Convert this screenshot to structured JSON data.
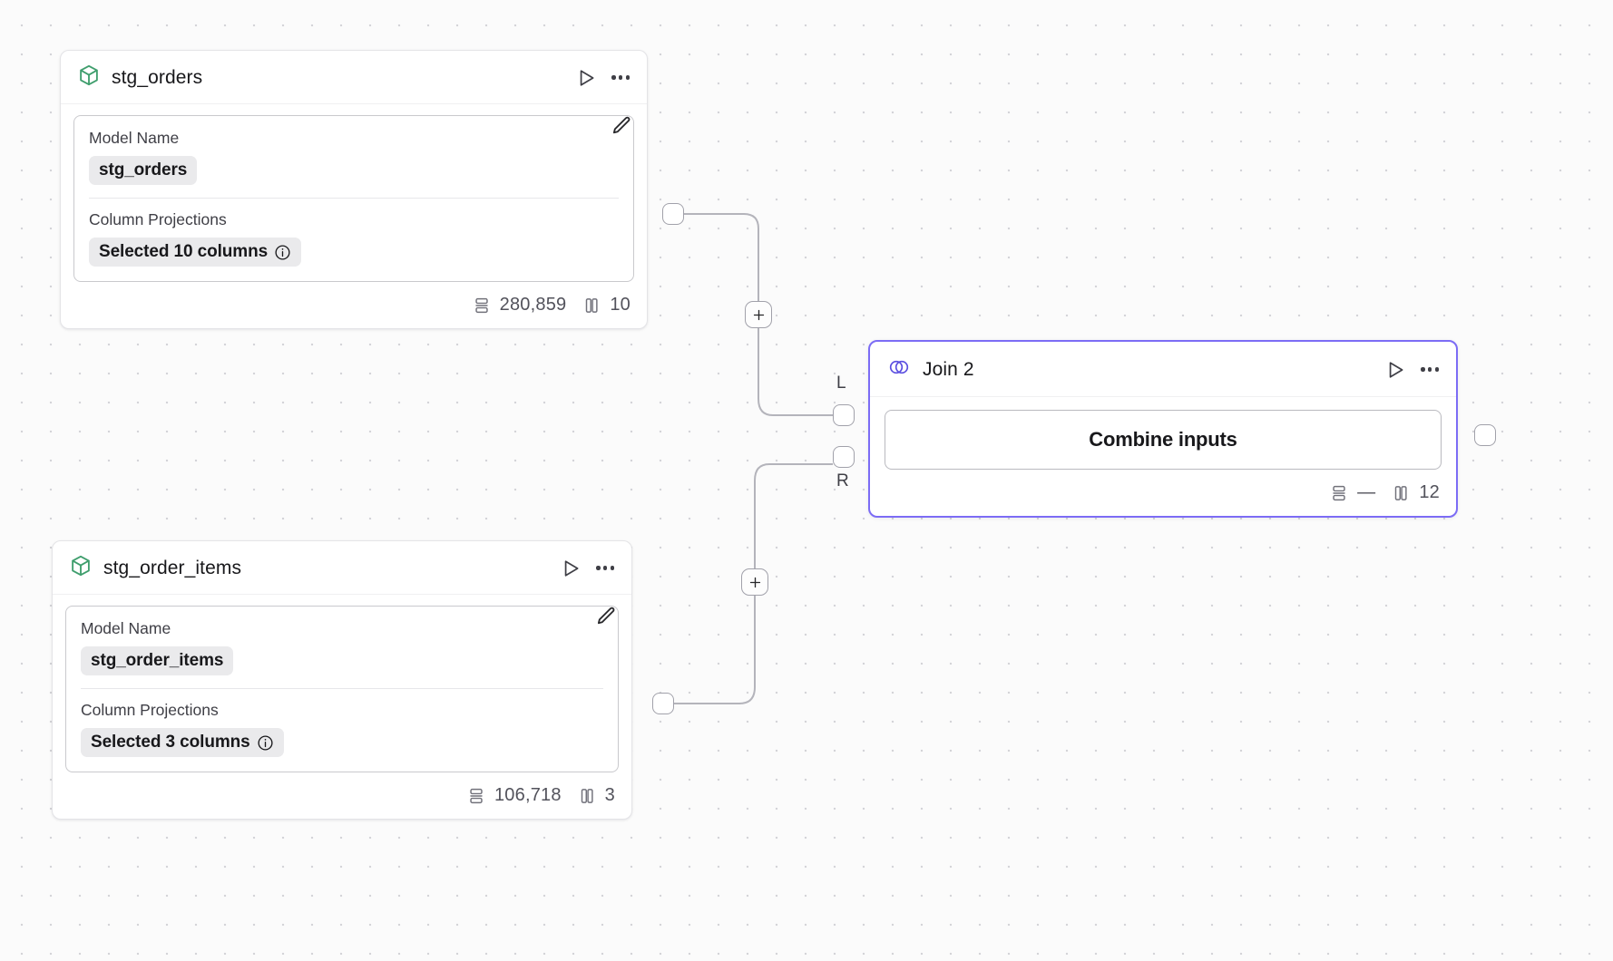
{
  "canvas": {
    "background_color": "#fbfbfb",
    "dot_color": "#d4d4d8",
    "accent_color": "#7c6cf5",
    "model_icon_color": "#3f9e6d"
  },
  "nodes": [
    {
      "id": "stg_orders",
      "title": "stg_orders",
      "icon": "cube-icon",
      "run_label": "Run",
      "menu_label": "More options",
      "fields": {
        "model_name_label": "Model Name",
        "model_name_value": "stg_orders",
        "column_projections_label": "Column Projections",
        "column_projections_value": "Selected 10 columns"
      },
      "edit_label": "Edit",
      "stats": {
        "rows": "280,859",
        "columns": "10"
      }
    },
    {
      "id": "stg_order_items",
      "title": "stg_order_items",
      "icon": "cube-icon",
      "run_label": "Run",
      "menu_label": "More options",
      "fields": {
        "model_name_label": "Model Name",
        "model_name_value": "stg_order_items",
        "column_projections_label": "Column Projections",
        "column_projections_value": "Selected 3 columns"
      },
      "edit_label": "Edit",
      "stats": {
        "rows": "106,718",
        "columns": "3"
      }
    }
  ],
  "join_node": {
    "id": "join_2",
    "title": "Join 2",
    "icon": "venn-circles-icon",
    "run_label": "Run",
    "menu_label": "More options",
    "combine_button_label": "Combine inputs",
    "stats": {
      "rows": "—",
      "columns": "12"
    },
    "input_ports": [
      {
        "key": "left",
        "label": "L"
      },
      {
        "key": "right",
        "label": "R"
      }
    ],
    "selected": true
  },
  "edge_controls": [
    {
      "id": "plus-top",
      "label": "+"
    },
    {
      "id": "plus-bottom",
      "label": "+"
    }
  ]
}
